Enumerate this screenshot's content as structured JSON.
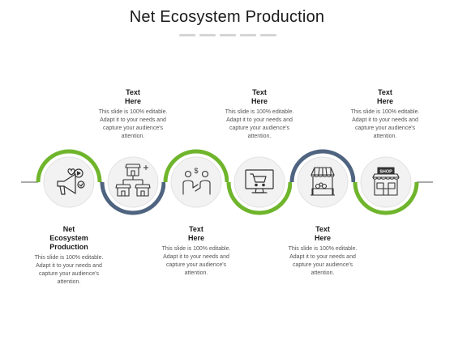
{
  "title": "Net Ecosystem Production",
  "colors": {
    "green": "#6fb52c",
    "slate": "#4f6480",
    "circle_fill": "#f2f2f2",
    "line": "#555555"
  },
  "stages": [
    {
      "icon": "megaphone-social-icon",
      "accent": "green",
      "arc": "top",
      "heading": "Net\nEcosystem Production",
      "text": "This slide is 100% editable. Adapt it to your needs and capture your audience's attention."
    },
    {
      "icon": "network-stores-icon",
      "accent": "slate",
      "arc": "bottom",
      "heading": "Text\nHere",
      "text": "This slide is 100% editable. Adapt it to your needs and capture your audience's attention."
    },
    {
      "icon": "people-exchange-icon",
      "accent": "green",
      "arc": "top",
      "heading": "Text\nHere",
      "text": "This slide is 100% editable. Adapt it to your needs and capture your audience's attention."
    },
    {
      "icon": "online-shopping-monitor-icon",
      "accent": "green",
      "arc": "bottom",
      "heading": "Text\nHere",
      "text": "This slide is 100% editable. Adapt it to your needs and capture your audience's attention."
    },
    {
      "icon": "market-stall-icon",
      "accent": "slate",
      "arc": "top",
      "heading": "Text\nHere",
      "text": "This slide is 100% editable. Adapt it to your needs and capture your audience's attention."
    },
    {
      "icon": "shop-building-icon",
      "accent": "green",
      "arc": "bottom",
      "heading": "Text\nHere",
      "text": "This slide is 100% editable. Adapt it to your needs and capture your audience's attention."
    }
  ],
  "shop_sign": "SHOP"
}
